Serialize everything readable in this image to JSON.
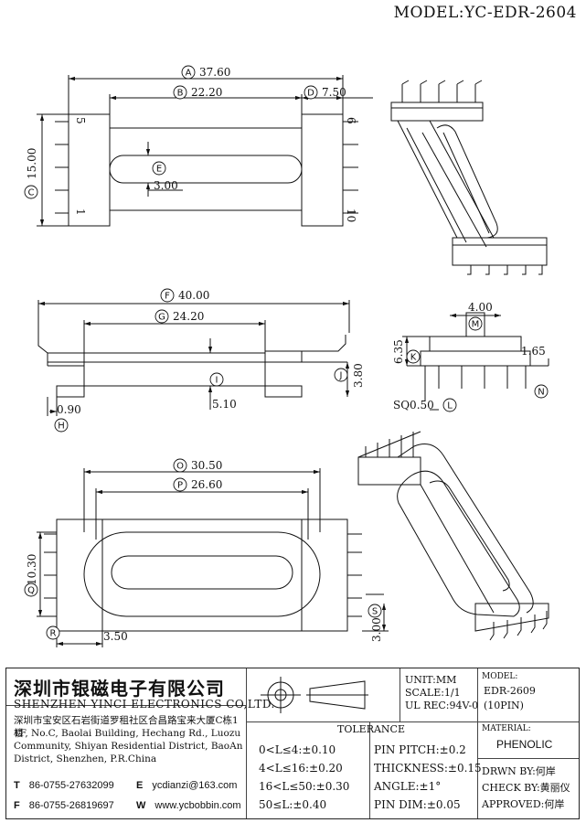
{
  "model": "MODEL:YC-EDR-2604",
  "dimensions": {
    "A": {
      "letter": "A",
      "value": "37.60"
    },
    "B": {
      "letter": "B",
      "value": "22.20"
    },
    "C": {
      "letter": "C",
      "value": "15.00"
    },
    "D": {
      "letter": "D",
      "value": "7.50"
    },
    "E": {
      "letter": "E",
      "value": "3.00"
    },
    "F": {
      "letter": "F",
      "value": "40.00"
    },
    "G": {
      "letter": "G",
      "value": "24.20"
    },
    "H": {
      "letter": "H",
      "value": "0.90"
    },
    "I": {
      "letter": "I",
      "value": "5.10"
    },
    "J": {
      "letter": "J",
      "value": "3.80"
    },
    "K": {
      "letter": "K",
      "value": "6.35"
    },
    "L": {
      "letter": "L",
      "value": "SQ0.50"
    },
    "M": {
      "letter": "M",
      "value": "4.00"
    },
    "N": {
      "letter": "N",
      "value": "1.65"
    },
    "O": {
      "letter": "O",
      "value": "30.50"
    },
    "P": {
      "letter": "P",
      "value": "26.60"
    },
    "Q": {
      "letter": "Q",
      "value": "10.30"
    },
    "R": {
      "letter": "R",
      "value": "3.50"
    },
    "S": {
      "letter": "S",
      "value": "3.00"
    }
  },
  "pins": {
    "p5": "5",
    "p1": "1",
    "p6": "6",
    "p10": "10"
  },
  "title_block": {
    "company_cn": "深圳市银磁电子有限公司",
    "company_en": "SHENZHEN YINCI ELECTRONICS CO,LTD.",
    "address_cn": "深圳市宝安区石岩街道罗租社区合昌路宝来大厦C栋1楼",
    "address_en": "1F, No.C, Baolai Building, Hechang Rd., Luozu Community, Shiyan Residential District, BaoAn District, Shenzhen, P.R.China",
    "tel_label": "T",
    "tel": "86-0755-27632099",
    "fax_label": "F",
    "fax": "86-0755-26819697",
    "email_label": "E",
    "email": "ycdianzi@163.com",
    "web_label": "W",
    "web": "www.ycbobbin.com",
    "unit": "UNIT:MM",
    "scale": "SCALE:1/1",
    "ul": "UL REC:94V-0",
    "tolerance_title": "TOLERANCE",
    "tol_rows": [
      "0<L≤4:±0.10",
      "4<L≤16:±0.20",
      "16<L≤50:±0.30",
      "50≤L:±0.40"
    ],
    "tol_right": [
      "PIN PITCH:±0.2",
      "THICKNESS:±0.15",
      "ANGLE:±1°",
      "PIN DIM:±0.05"
    ],
    "model_label": "MODEL:",
    "model_value": "EDR-2609",
    "model_pins": "(10PIN)",
    "material_label": "MATERIAL:",
    "material_value": "PHENOLIC",
    "drawn": "DRWN BY:何岸",
    "check": "CHECK BY:黄丽仪",
    "approved": "APPROVED:何岸"
  }
}
